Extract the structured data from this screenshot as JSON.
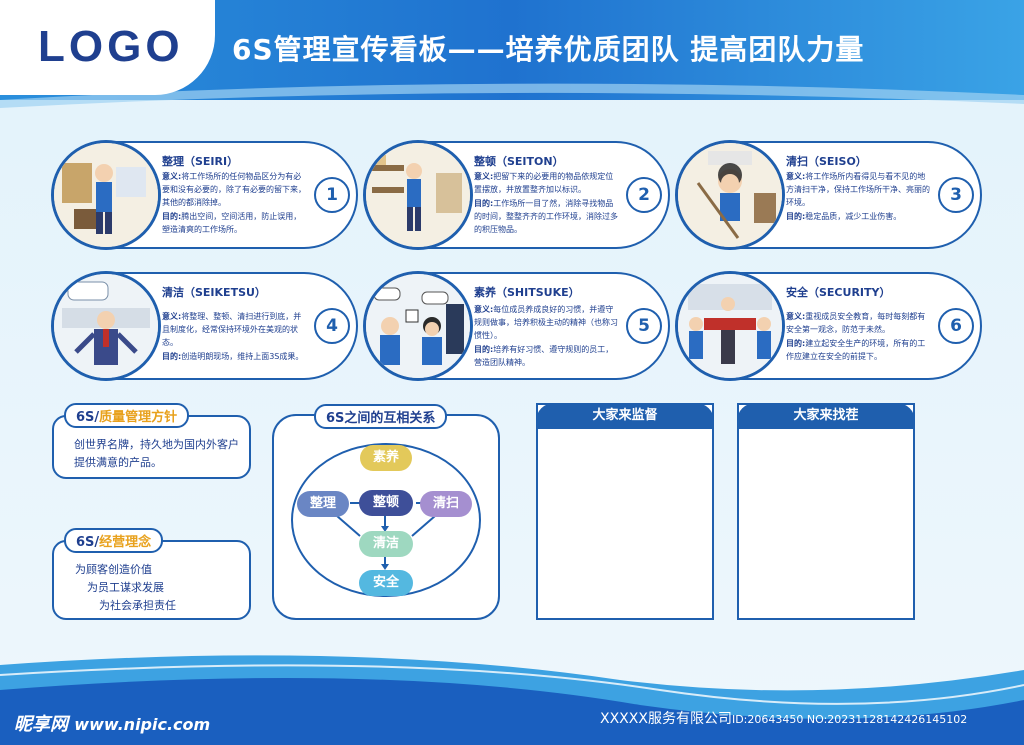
{
  "header": {
    "logo": "LOGO",
    "title": "6S管理宣传看板——培养优质团队  提高团队力量"
  },
  "cards": [
    {
      "title": "整理（SEIRI）",
      "number": "1",
      "lines": [
        {
          "label": "意义:",
          "text": "将工作场所的任何物品区分为有必要和没有必要的，除了有必要的留下来，其他的都消除掉。"
        },
        {
          "label": "目的:",
          "text": "腾出空间，空间活用，防止误用，塑造清爽的工作场所。"
        }
      ]
    },
    {
      "title": "整顿（SEITON）",
      "number": "2",
      "lines": [
        {
          "label": "意义:",
          "text": "把留下来的必要用的物品依规定位置摆放，并放置整齐加以标识。"
        },
        {
          "label": "目的:",
          "text": "工作场所一目了然，消除寻找物品的时间，整整齐齐的工作环境，消除过多的积压物品。"
        }
      ]
    },
    {
      "title": "清扫（SEISO）",
      "number": "3",
      "lines": [
        {
          "label": "意义:",
          "text": "将工作场所内看得见与看不见的地方清扫干净，保持工作场所干净、亮丽的环境。"
        },
        {
          "label": "目的:",
          "text": "稳定品质，减少工业伤害。"
        }
      ]
    },
    {
      "title": "清洁（SEIKETSU）",
      "number": "4",
      "lines": [
        {
          "label": "意义:",
          "text": "将整理、整顿、清扫进行到底，并且制度化，经常保持环境外在美观的状态。"
        },
        {
          "label": "目的:",
          "text": "创造明朗现场，维持上面3S成果。"
        }
      ]
    },
    {
      "title": "素养（SHITSUKE）",
      "number": "5",
      "lines": [
        {
          "label": "意义:",
          "text": "每位成员养成良好的习惯，并遵守规则做事，培养积极主动的精神（也称习惯性）。"
        },
        {
          "label": "目的:",
          "text": "培养有好习惯、遵守规则的员工，营造团队精神。"
        }
      ]
    },
    {
      "title": "安全（SECURITY）",
      "number": "6",
      "lines": [
        {
          "label": "意义:",
          "text": "重视成员安全教育，每时每刻都有安全第一观念，防范于未然。"
        },
        {
          "label": "目的:",
          "text": "建立起安全生产的环境，所有的工作应建立在安全的前提下。"
        }
      ]
    }
  ],
  "quality": {
    "tag_prefix": "6S/",
    "tag_highlight": "质量管理方针",
    "text": "创世界名牌，持久地为国内外客户提供满意的产品。"
  },
  "business": {
    "tag_prefix": "6S/",
    "tag_highlight": "经营理念",
    "lines": [
      "为顾客创造价值",
      "为员工谋求发展",
      "为社会承担责任"
    ]
  },
  "relation": {
    "title": "6S之间的互相关系",
    "nodes": {
      "suyang": "素养",
      "zhengli": "整理",
      "zhengdun": "整顿",
      "qingsao": "清扫",
      "qingjie": "清洁",
      "anquan": "安全"
    }
  },
  "boards": {
    "supervise": "大家来监督",
    "findfault": "大家来找茬"
  },
  "footer": {
    "company": "XXXXX服务有限公司",
    "id_text": "ID:20643450 NO:20231128142426145102"
  },
  "watermark": {
    "brand": "昵享网",
    "url": "www.nipic.com"
  },
  "colors": {
    "primary": "#1f5fae",
    "title_dark": "#1f3f8f",
    "highlight": "#e8a11c",
    "node_yellow": "#e3c95a",
    "node_blue": "#6a86c4",
    "node_dark": "#3e4f99",
    "node_purple": "#a58fd0",
    "node_green": "#9ed8c0",
    "node_cyan": "#54b8e0"
  }
}
